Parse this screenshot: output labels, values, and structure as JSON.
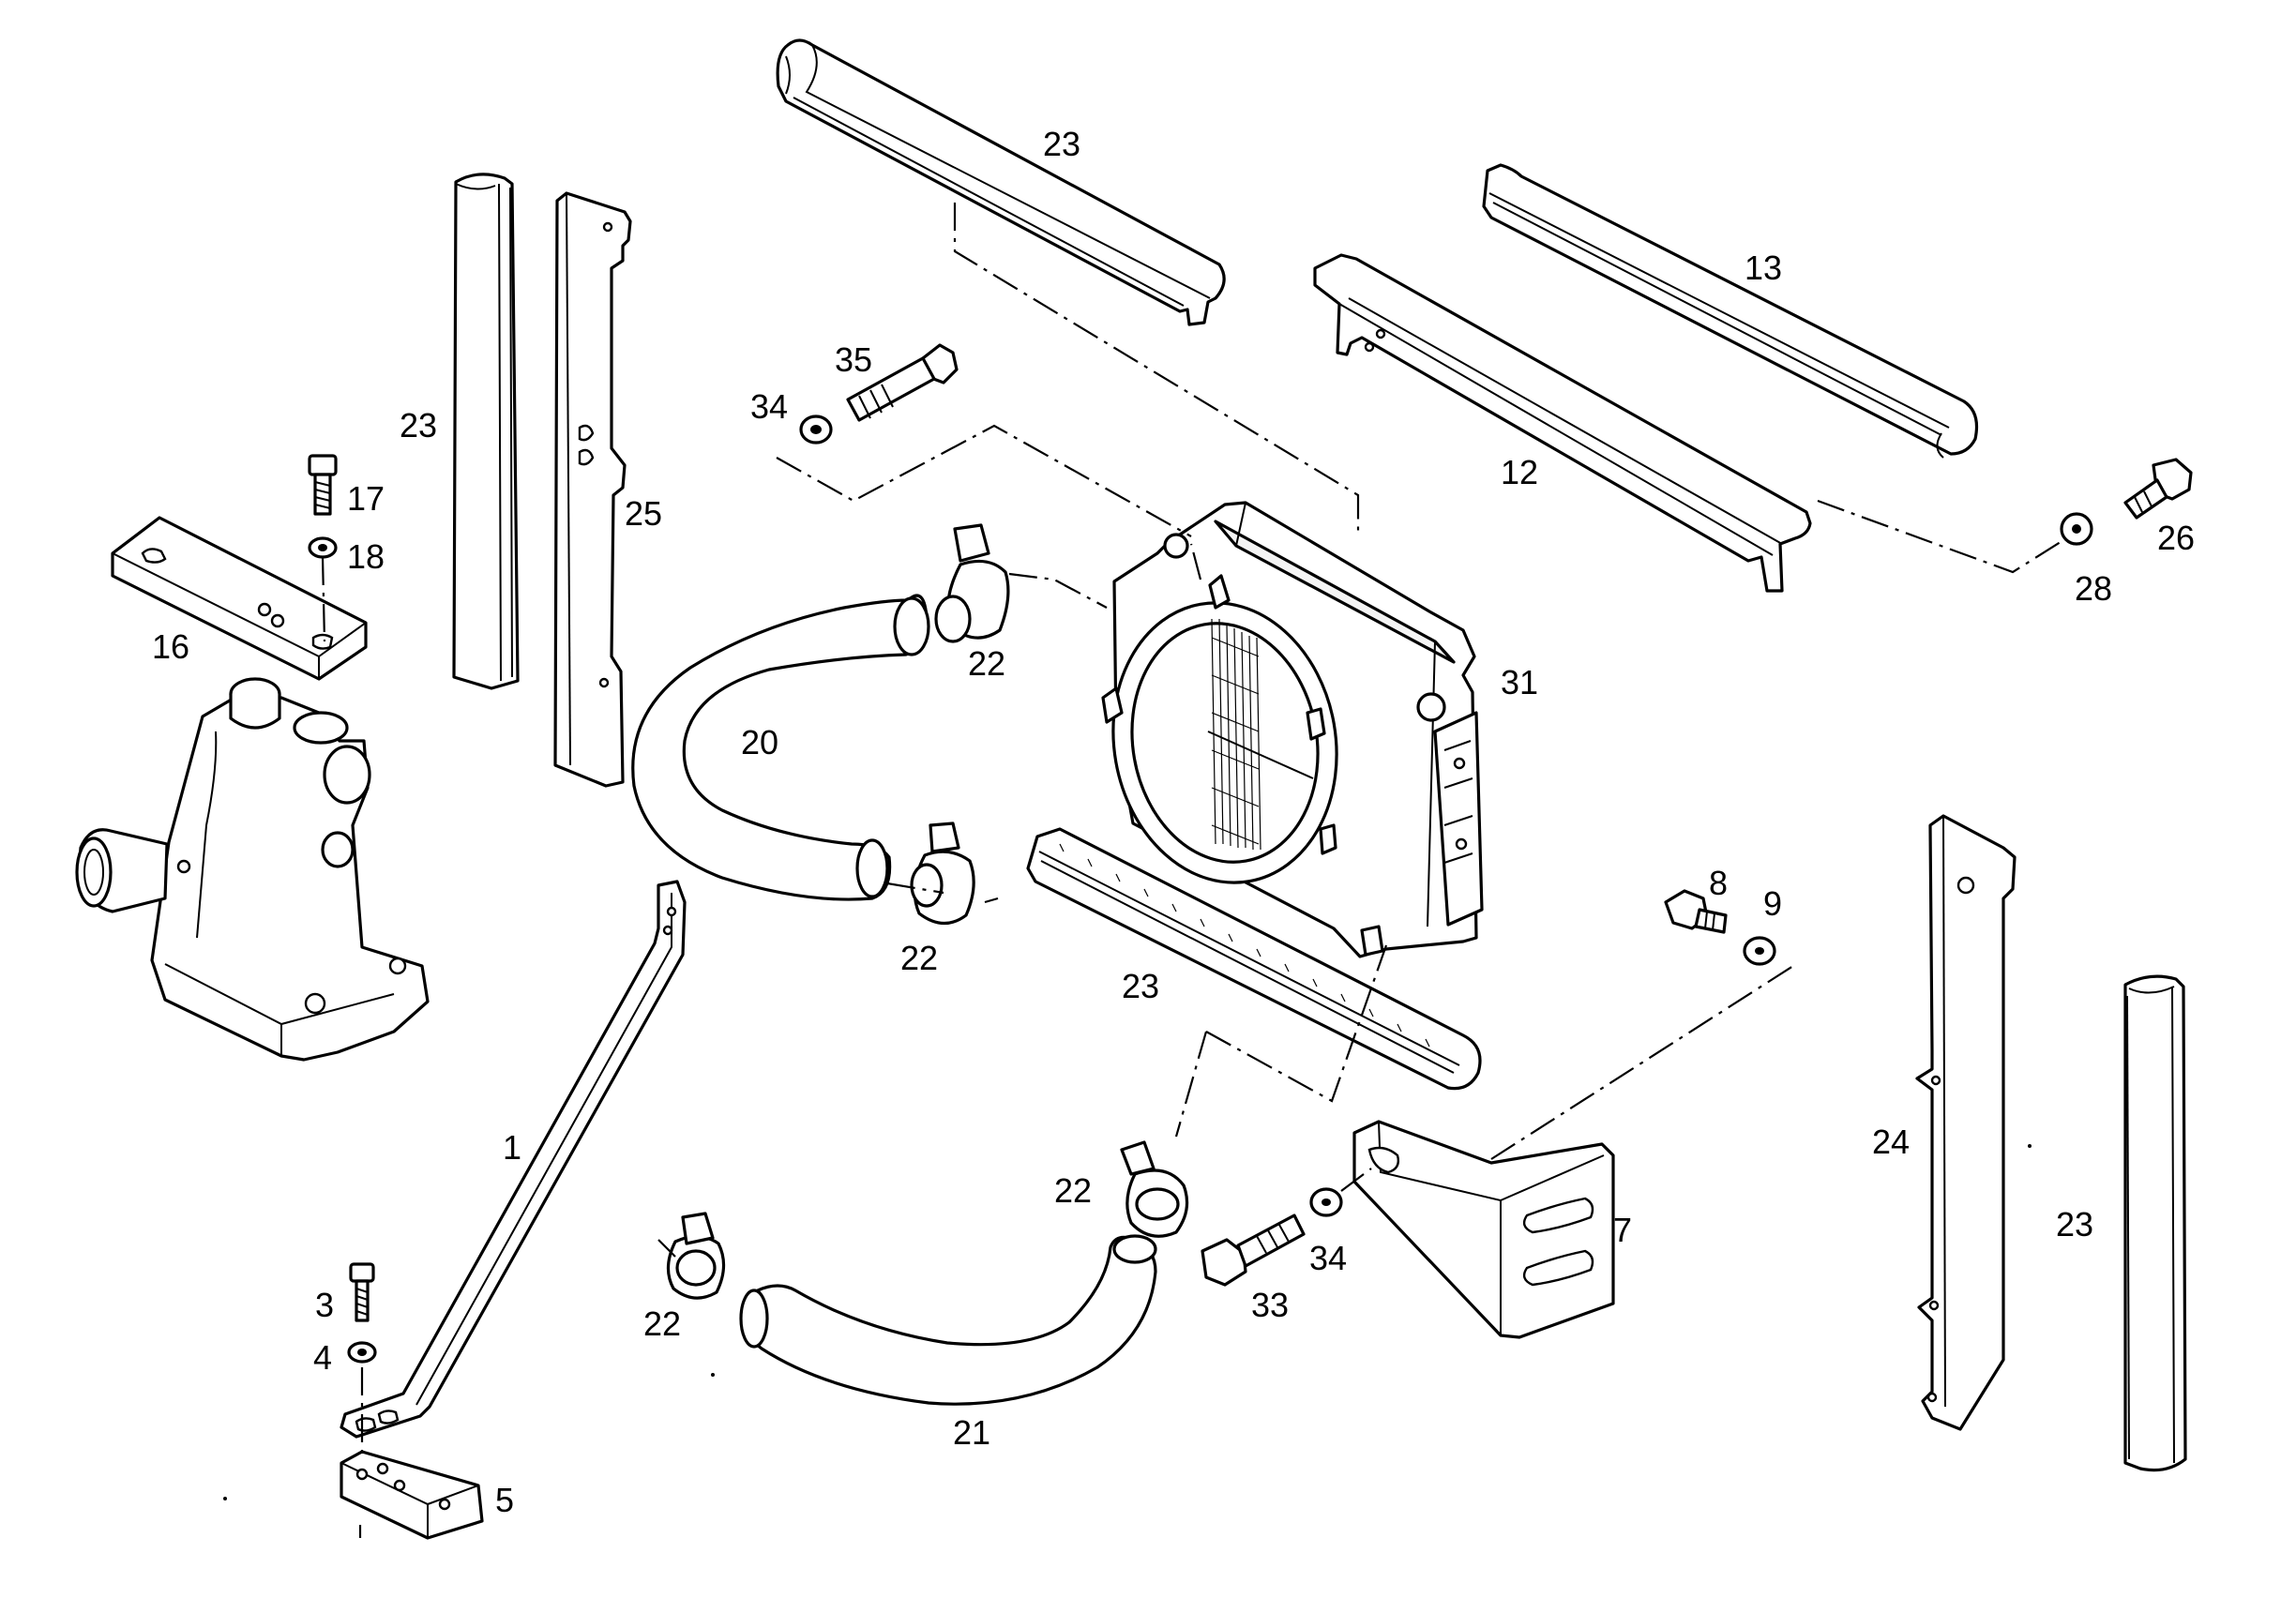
{
  "diagram": {
    "callouts": {
      "c1": "1",
      "c3": "3",
      "c4": "4",
      "c5": "5",
      "c7": "7",
      "c8": "8",
      "c9": "9",
      "c12": "12",
      "c13": "13",
      "c16": "16",
      "c17": "17",
      "c18": "18",
      "c20": "20",
      "c21": "21",
      "c22a": "22",
      "c22b": "22",
      "c22c": "22",
      "c22d": "22",
      "c23a": "23",
      "c23b": "23",
      "c23c": "23",
      "c23d": "23",
      "c24": "24",
      "c25": "25",
      "c26": "26",
      "c28": "28",
      "c31": "31",
      "c33": "33",
      "c34a": "34",
      "c34b": "34",
      "c35": "35"
    }
  }
}
